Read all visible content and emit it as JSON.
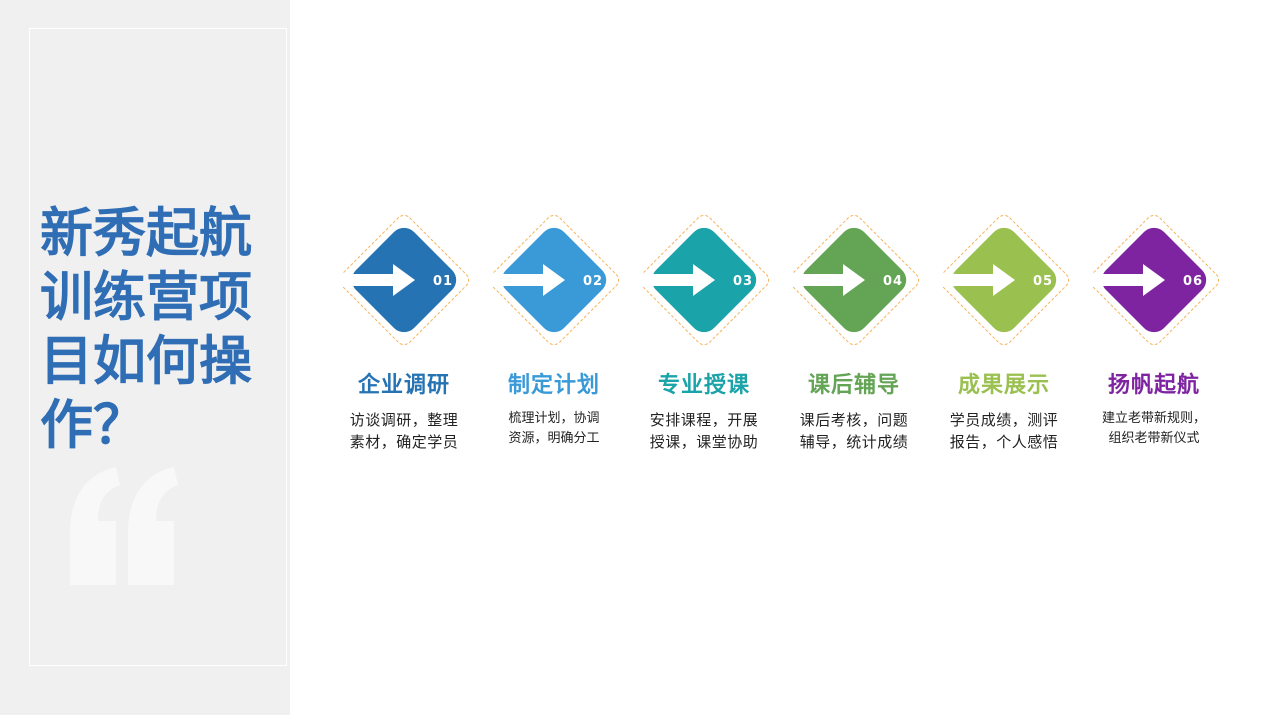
{
  "title": "新秀起航训练营项目如何操作？",
  "colors": {
    "title": "#2f6db5",
    "panel_bg": "#f0f0f0",
    "dashed_outline": "#f5b35a"
  },
  "steps": [
    {
      "number": "01",
      "title": "企业调研",
      "desc_line1": "访谈调研，整理",
      "desc_line2": "素材，确定学员",
      "color": "#2673b3"
    },
    {
      "number": "02",
      "title": "制定计划",
      "desc_line1": "梳理计划，协调",
      "desc_line2": "资源，明确分工",
      "color": "#3a9ad8"
    },
    {
      "number": "03",
      "title": "专业授课",
      "desc_line1": "安排课程，开展",
      "desc_line2": "授课，课堂协助",
      "color": "#1aa3a8"
    },
    {
      "number": "04",
      "title": "课后辅导",
      "desc_line1": "课后考核，问题",
      "desc_line2": "辅导，统计成绩",
      "color": "#63a455"
    },
    {
      "number": "05",
      "title": "成果展示",
      "desc_line1": "学员成绩，测评",
      "desc_line2": "报告，个人感悟",
      "color": "#9ac050"
    },
    {
      "number": "06",
      "title": "扬帆起航",
      "desc_line1": "建立老带新规则，",
      "desc_line2": "组织老带新仪式",
      "color": "#7e24a0"
    }
  ]
}
